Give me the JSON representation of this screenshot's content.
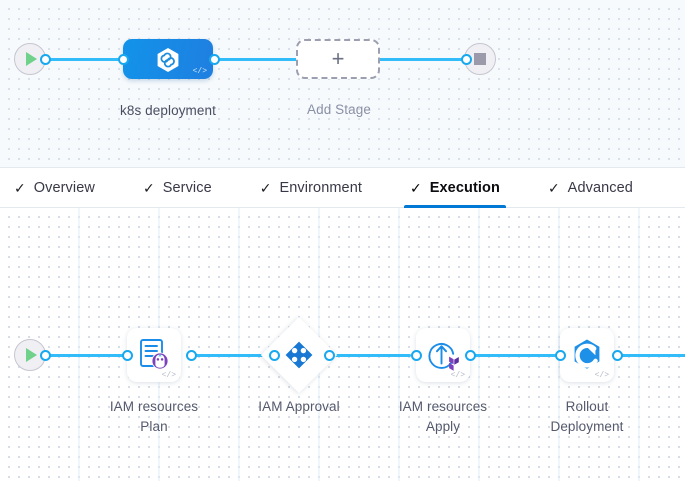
{
  "stage_canvas": {
    "start_node": {
      "icon": "play-icon",
      "name": "pipeline-start"
    },
    "end_node": {
      "icon": "stop-icon",
      "name": "pipeline-end"
    },
    "stages": [
      {
        "label": "k8s deployment",
        "icon": "harness-hexagon-icon",
        "badge": "code-tag-icon",
        "type": "deployment"
      }
    ],
    "add_stage": {
      "label": "Add Stage",
      "icon": "plus-icon"
    }
  },
  "tabs": [
    {
      "label": "Overview",
      "check": "✓",
      "active": false
    },
    {
      "label": "Service",
      "check": "✓",
      "active": false
    },
    {
      "label": "Environment",
      "check": "✓",
      "active": false
    },
    {
      "label": "Execution",
      "check": "✓",
      "active": true
    },
    {
      "label": "Advanced",
      "check": "✓",
      "active": false
    }
  ],
  "execution_canvas": {
    "start_node": {
      "icon": "play-icon",
      "name": "execution-start"
    },
    "steps": [
      {
        "label_line1": "IAM resources",
        "label_line2": "Plan",
        "icon": "terraform-plan-icon",
        "badge": "code-tag-icon",
        "shape": "rounded-square"
      },
      {
        "label_line1": "IAM Approval",
        "label_line2": "",
        "icon": "approval-clover-icon",
        "badge": "",
        "shape": "diamond"
      },
      {
        "label_line1": "IAM resources",
        "label_line2": "Apply",
        "icon": "terraform-apply-icon",
        "badge": "code-tag-icon",
        "shape": "rounded-square"
      },
      {
        "label_line1": "Rollout",
        "label_line2": "Deployment",
        "icon": "rollout-hexagon-icon",
        "badge": "code-tag-icon",
        "shape": "rounded-square"
      }
    ]
  },
  "colors": {
    "accent_blue": "#0278d5",
    "wire_blue": "#32bdfa",
    "port_blue": "#17a8f0",
    "stage_blue": "#1293ea",
    "terraform_purple": "#7b42bc",
    "play_green": "#6fd18a",
    "canvas_top_bg": "#f7fafc",
    "canvas_bottom_bg": "#ffffff",
    "label_text": "#4a4e62"
  }
}
